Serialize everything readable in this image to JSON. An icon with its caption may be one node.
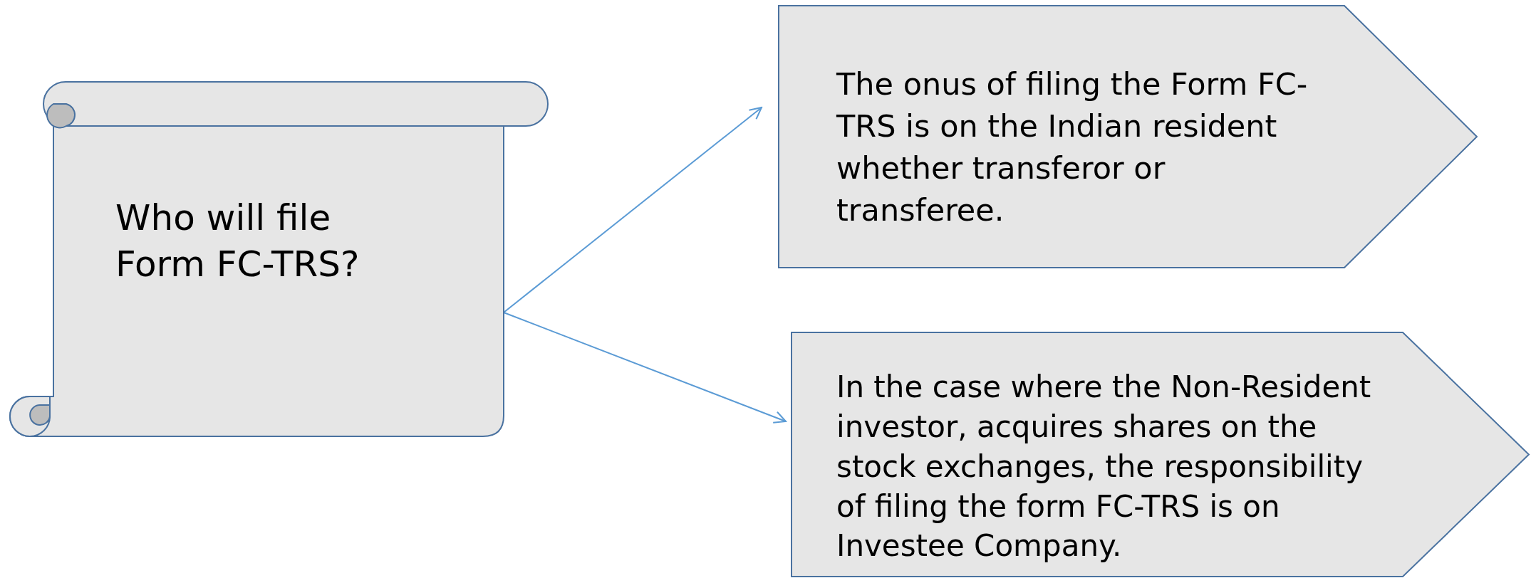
{
  "diagram": {
    "nodes": [
      {
        "text": [
          "Who will file Form FC-TRS?"
        ]
      },
      {
        "text": [
          "The onus of filing the Form FC-TRS is on the Indian resident whether transferor or transferee."
        ]
      },
      {
        "text": [
          "In the case where the Non-Resident investor, acquires shares on the stock exchanges, the responsibility of filing the form FC-TRS is on Investee Company."
        ]
      }
    ],
    "edges": [
      {
        "from": 0,
        "to": 1,
        "arrow": "to"
      },
      {
        "from": 0,
        "to": 2,
        "arrow": "to"
      }
    ]
  }
}
